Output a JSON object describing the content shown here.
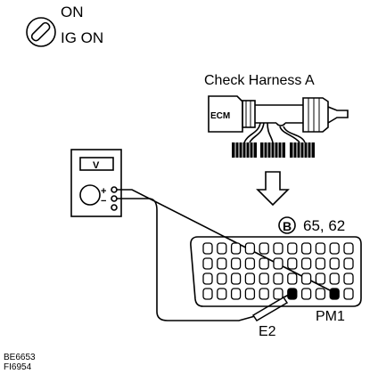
{
  "switch": {
    "line1": "ON",
    "line2": "IG ON"
  },
  "harness": {
    "title": "Check Harness A",
    "ecm_label": "ECM"
  },
  "meter": {
    "display": "V",
    "plus": "+",
    "minus": "−"
  },
  "connector": {
    "code": "B",
    "pins": "65, 62",
    "terminal_right": "PM1",
    "terminal_left": "E2"
  },
  "figure_ids": {
    "line1": "BE6653",
    "line2": "FI6954"
  }
}
